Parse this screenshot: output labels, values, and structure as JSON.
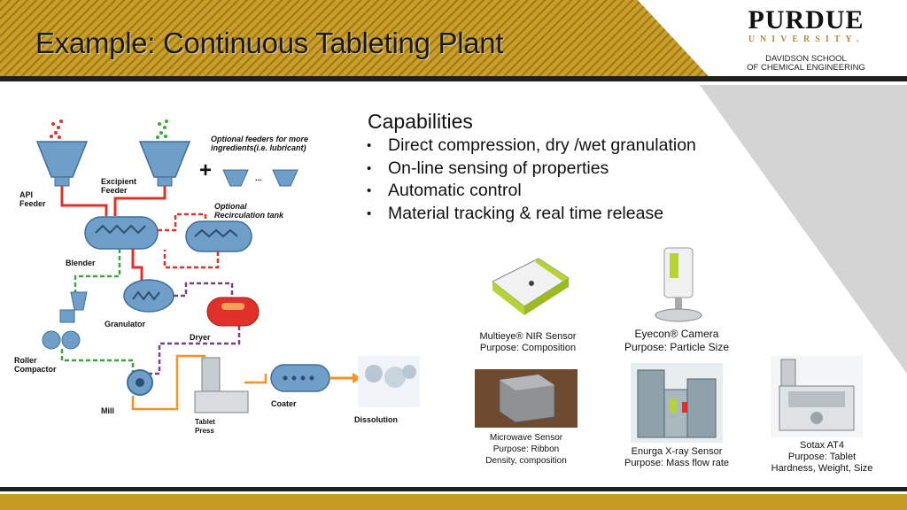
{
  "title": "Example: Continuous Tableting Plant",
  "logo": {
    "wordmark": "PURDUE",
    "subtitle": "UNIVERSITY.",
    "school_line1": "DAVIDSON SCHOOL",
    "school_line2": "OF CHEMICAL ENGINEERING"
  },
  "capabilities": {
    "heading": "Capabilities",
    "items": [
      "Direct compression, dry /wet granulation",
      "On-line sensing of properties",
      "Automatic control",
      "Material tracking & real time release"
    ]
  },
  "diagram": {
    "api_feeder_l1": "API",
    "api_feeder_l2": "Feeder",
    "excipient_l1": "Excipient",
    "excipient_l2": "Feeder",
    "optional_feeders_l1": "Optional feeders for more",
    "optional_feeders_l2": "ingredients(i.e. lubricant)",
    "ellipsis": "...",
    "plus": "+",
    "recirc_l1": "Optional",
    "recirc_l2": "Recirculation tank",
    "blender": "Blender",
    "granulator": "Granulator",
    "dryer": "Dryer",
    "roller_l1": "Roller",
    "roller_l2": "Compactor",
    "mill": "Mill",
    "press_l1": "Tablet",
    "press_l2": "Press",
    "coater": "Coater",
    "dissolution": "Dissolution"
  },
  "sensors": [
    {
      "name": "Multieye® NIR Sensor",
      "purpose": "Purpose: Composition"
    },
    {
      "name": "Eyecon® Camera",
      "purpose": "Purpose: Particle Size"
    },
    {
      "name": "Microwave Sensor",
      "purpose": "Purpose: Ribbon",
      "extra": "Density, composition"
    },
    {
      "name": "Enurga X-ray Sensor",
      "purpose": "Purpose: Mass flow rate"
    },
    {
      "name": "Sotax AT4",
      "purpose": "Purpose: Tablet",
      "extra": "Hardness, Weight, Size"
    }
  ],
  "colors": {
    "gold": "#c59b23",
    "stripe": "#b88f1e",
    "accent_green": "#b5d334",
    "vessel_blue": "#6f9fc9",
    "line_red": "#e0302a",
    "line_green": "#3aa63a",
    "line_orange": "#f39321",
    "line_purple": "#7a3e8c"
  }
}
